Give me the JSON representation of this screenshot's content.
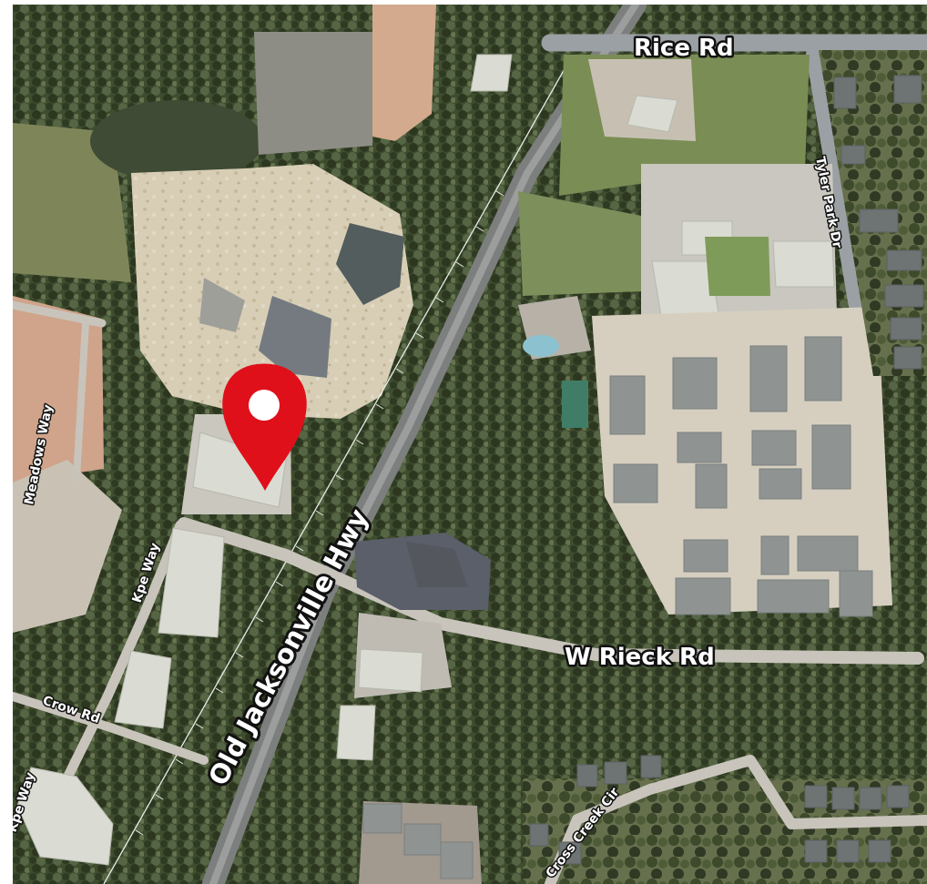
{
  "map": {
    "labels": {
      "rice_rd": "Rice Rd",
      "tyler_park_dr": "Tyler Park Dr",
      "old_jacksonville_hwy": "Old Jacksonville Hwy",
      "w_rieck_rd": "W Rieck Rd",
      "kpe_way_upper": "Kpe Way",
      "kpe_way_lower": "Kpe Way",
      "crow_rd": "Crow Rd",
      "cross_creek_cir": "Cross Creek Cir",
      "meadows_way": "Meadows Way"
    },
    "marker": {
      "icon": "location-pin-icon",
      "color": "#e0101a"
    }
  }
}
